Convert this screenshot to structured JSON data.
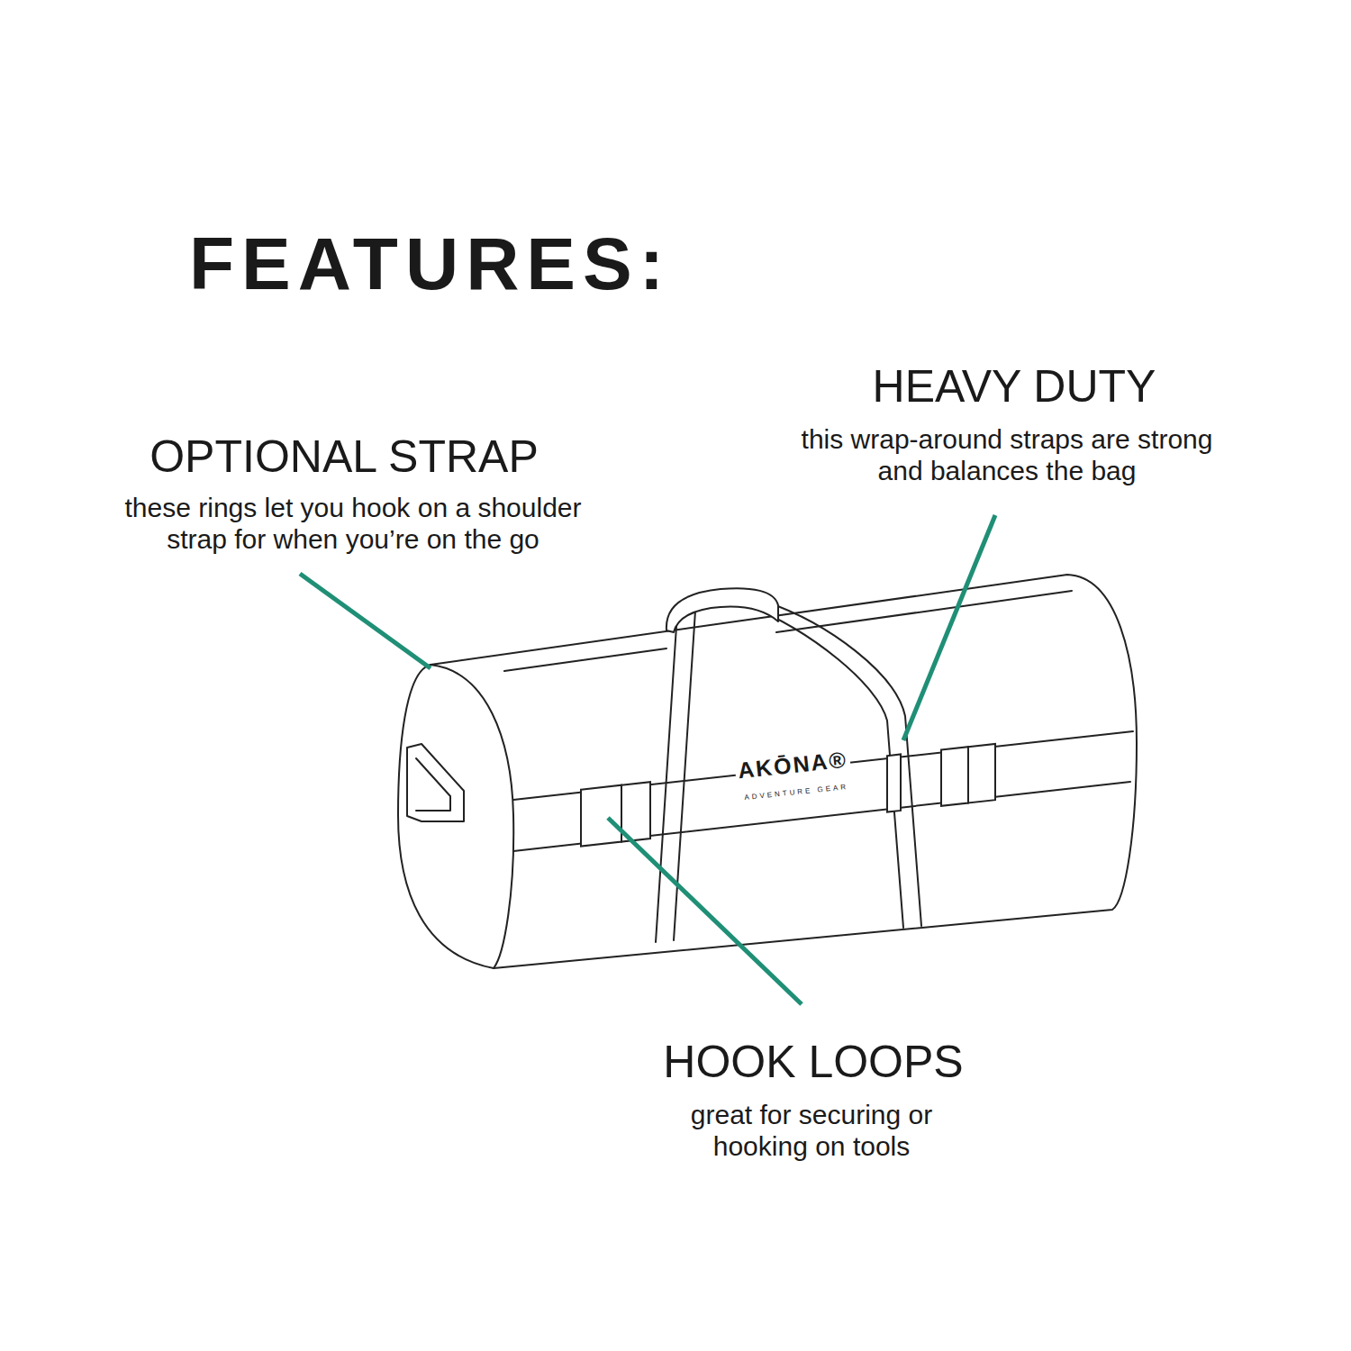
{
  "diagram": {
    "title": "FEATURES:",
    "labels": [
      "OPTIONAL STRAP",
      "these rings let you hook on a shoulder strap for when you’re on the go",
      "HEAVY DUTY",
      "this wrap-around straps are strong and balances the bag",
      "HOOK LOOPS",
      "great for securing or hooking on tools",
      "AKŌNA®",
      "ADVENTURE GEAR"
    ]
  }
}
